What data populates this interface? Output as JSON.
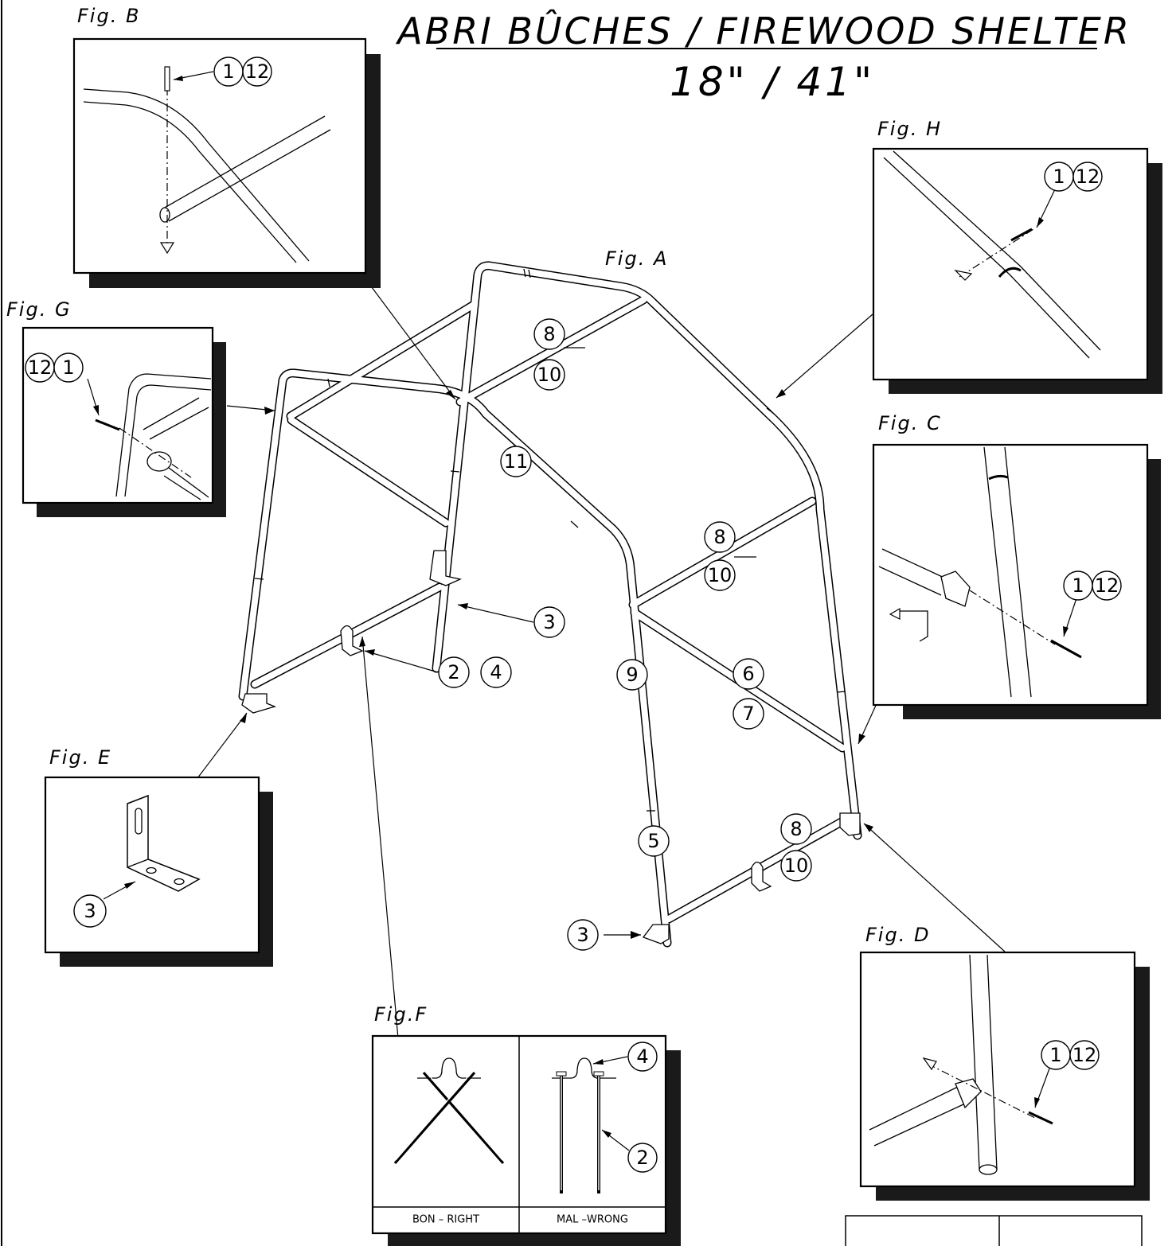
{
  "title": {
    "main": "ABRI BÛCHES / FIREWOOD SHELTER",
    "dimensions": "18\" / 41\""
  },
  "figures": {
    "a": "Fig. A",
    "b": "Fig. B",
    "c": "Fig. C",
    "d": "Fig. D",
    "e": "Fig. E",
    "f": "Fig.F",
    "g": "Fig. G",
    "h": "Fig. H"
  },
  "callouts": {
    "fig_b": [
      "1",
      "12"
    ],
    "fig_g": [
      "12",
      "1"
    ],
    "fig_h": [
      "1",
      "12"
    ],
    "fig_c": [
      "1",
      "12"
    ],
    "fig_d": [
      "1",
      "12"
    ],
    "fig_e": [
      "3"
    ],
    "fig_f": [
      "4",
      "2"
    ],
    "main": {
      "roof_brace": [
        "8",
        "10"
      ],
      "arch": "11",
      "side_brace": [
        "8",
        "10"
      ],
      "bracket_back": "3",
      "stake": [
        "2",
        "4"
      ],
      "leg": "9",
      "diagonal": [
        "6",
        "7"
      ],
      "lower_leg": "5",
      "base_brace": [
        "8",
        "10"
      ],
      "bracket_front": "3"
    }
  },
  "fig_f_captions": {
    "right": "BON  –  RIGHT",
    "wrong": "MAL  –WRONG"
  },
  "colors": {
    "ink": "#000000",
    "paper": "#ffffff",
    "shadow": "#1a1a1a"
  }
}
